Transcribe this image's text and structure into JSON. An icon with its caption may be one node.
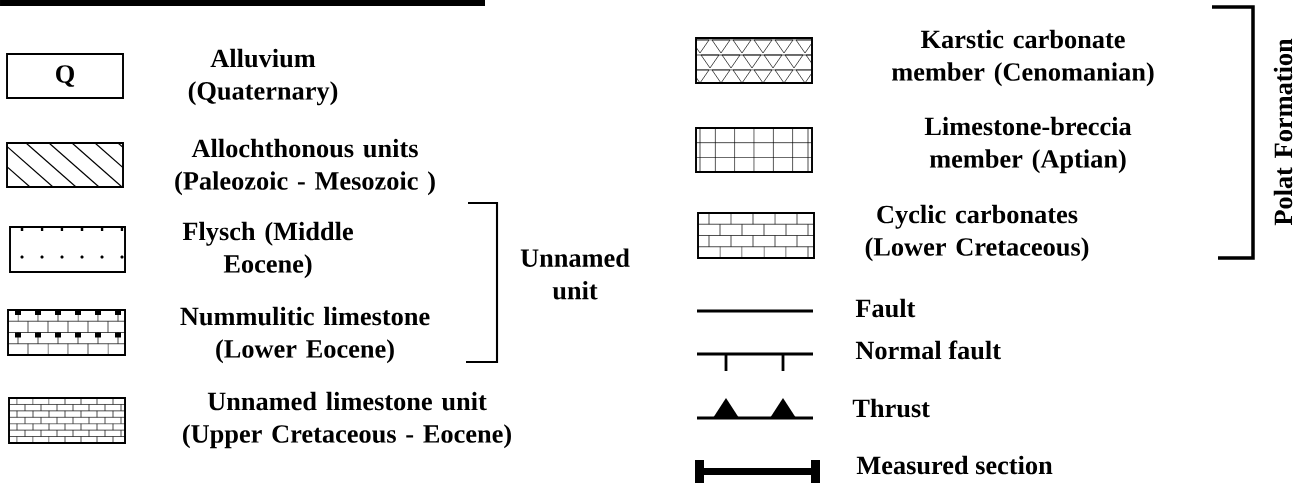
{
  "diagram": {
    "nodes": [
      {
        "text": [
          "Q"
        ]
      }
    ],
    "labels": [
      "Unnamed unit",
      "Polat Formation"
    ],
    "legend": [
      {
        "text": "Alluvium (Quaternary)"
      },
      {
        "text": "Allochthonous units (Paleozoic - Mesozoic )"
      },
      {
        "text": "Flysch (Middle Eocene)"
      },
      {
        "text": "Nummulitic limestone (Lower Eocene)"
      },
      {
        "text": "Unnamed limestone unit (Upper Cretaceous - Eocene)"
      },
      {
        "text": "Karstic carbonate member (Cenomanian)"
      },
      {
        "text": "Limestone-breccia member (Aptian)"
      },
      {
        "text": "Cyclic carbonates (Lower Cretaceous)"
      },
      {
        "text": "Fault"
      },
      {
        "text": "Normal fault"
      },
      {
        "text": "Thrust"
      },
      {
        "text": "Measured section"
      }
    ]
  }
}
